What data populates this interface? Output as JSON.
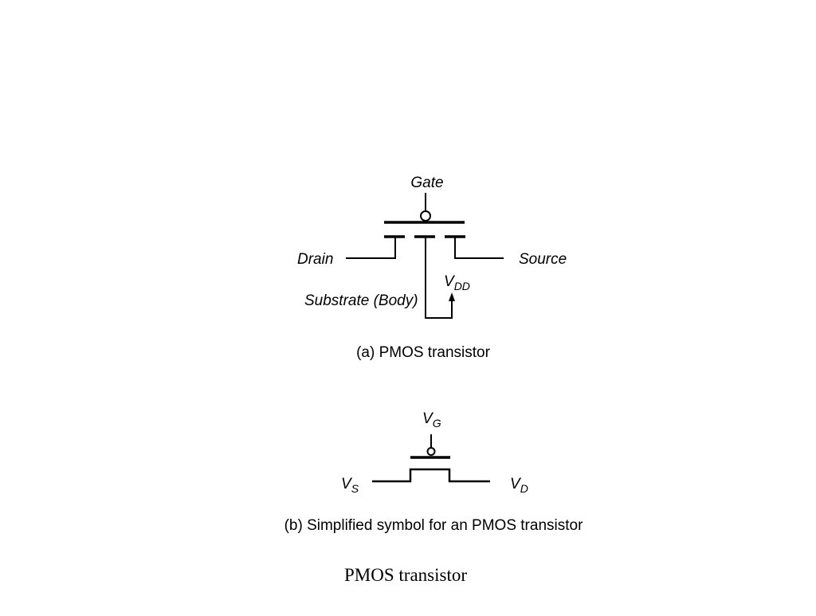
{
  "diagram_a": {
    "gate_label": "Gate",
    "drain_label": "Drain",
    "source_label": "Source",
    "vdd_main": "V",
    "vdd_sub": "DD",
    "substrate_label": "Substrate (Body)",
    "caption": "(a) PMOS transistor"
  },
  "diagram_b": {
    "vg_main": "V",
    "vg_sub": "G",
    "vs_main": "V",
    "vs_sub": "S",
    "vd_main": "V",
    "vd_sub": "D",
    "caption": "(b) Simplified symbol for an PMOS transistor"
  },
  "slide": {
    "title": "PMOS transistor"
  },
  "colors": {
    "line": "#000000",
    "background": "#ffffff"
  },
  "icons": {
    "gate_bubble": "inversion-bubble",
    "vdd_arrow": "arrow-up"
  }
}
